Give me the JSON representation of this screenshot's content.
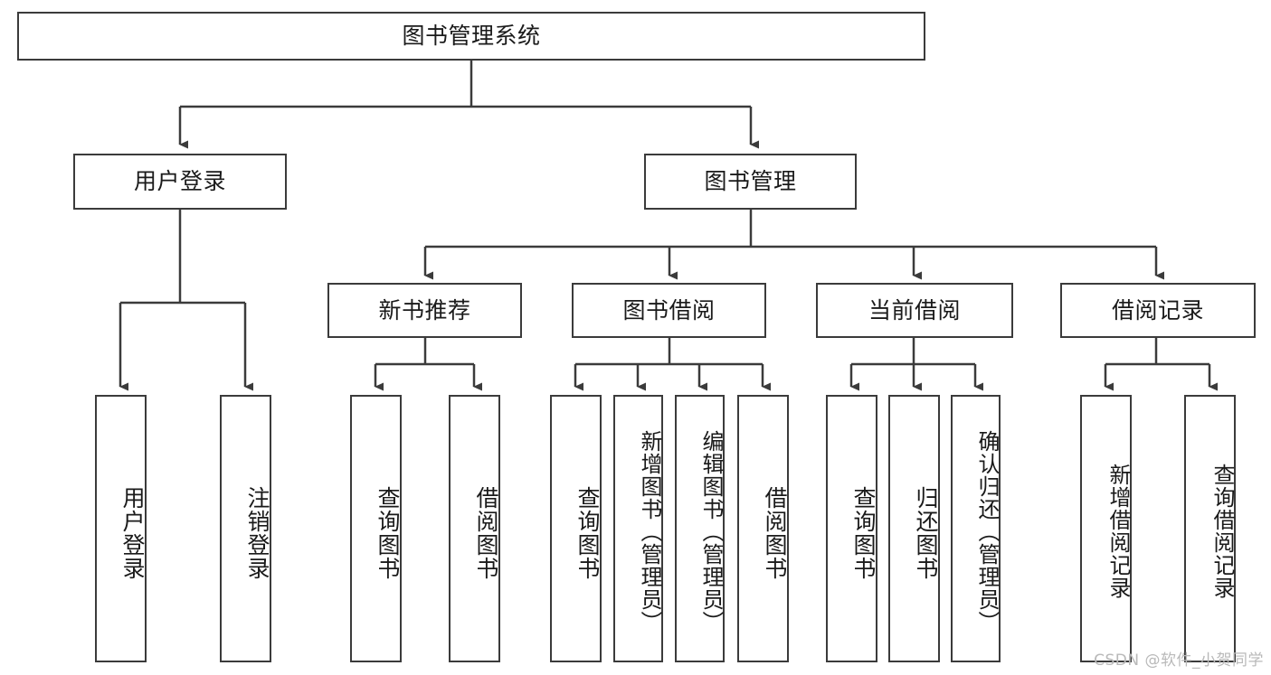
{
  "diagram": {
    "type": "tree",
    "title": "图书管理系统",
    "watermark": "CSDN @软件_小贺同学",
    "colors": {
      "box_border": "#3b3b3b",
      "box_fill": "#ffffff",
      "connector": "#3b3b3b",
      "text": "#1a1a1a",
      "watermark": "#b9b9b9",
      "background": "#ffffff"
    },
    "root": {
      "label": "图书管理系统"
    },
    "level2": [
      {
        "label": "用户登录"
      },
      {
        "label": "图书管理"
      }
    ],
    "level3": [
      {
        "label": "新书推荐"
      },
      {
        "label": "图书借阅"
      },
      {
        "label": "当前借阅"
      },
      {
        "label": "借阅记录"
      }
    ],
    "leaves": {
      "user_login": [
        {
          "label": "用户登录"
        },
        {
          "label": "注销登录"
        }
      ],
      "new_book_recommend": [
        {
          "label": "查询图书"
        },
        {
          "label": "借阅图书"
        }
      ],
      "book_borrow": [
        {
          "label": "查询图书"
        },
        {
          "label": "新增图书（管理员）"
        },
        {
          "label": "编辑图书（管理员）"
        },
        {
          "label": "借阅图书"
        }
      ],
      "current_borrow": [
        {
          "label": "查询图书"
        },
        {
          "label": "归还图书"
        },
        {
          "label": "确认归还（管理员）"
        }
      ],
      "borrow_record": [
        {
          "label": "新增借阅记录"
        },
        {
          "label": "查询借阅记录"
        }
      ]
    }
  }
}
